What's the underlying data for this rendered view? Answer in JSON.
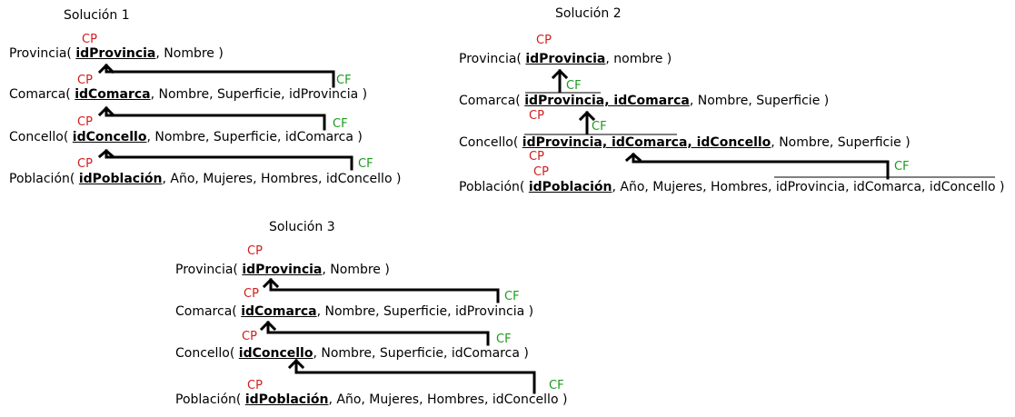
{
  "labels": {
    "cp": "CP",
    "cf": "CF"
  },
  "colors": {
    "cp": "#d21c1c",
    "cf": "#1c9a1c",
    "arrow": "#000000"
  },
  "s1": {
    "title": "Solución 1",
    "provincia": {
      "pre": "Provincia( ",
      "pk": "idProvincia",
      "rest": ", Nombre )"
    },
    "comarca": {
      "pre": "Comarca( ",
      "pk": "idComarca",
      "rest": ", Nombre, Superficie, idProvincia )"
    },
    "concello": {
      "pre": "Concello( ",
      "pk": "idConcello",
      "rest": ", Nombre, Superficie, idComarca )"
    },
    "poblacion": {
      "pre": "Población( ",
      "pk": "idPoblación",
      "rest": ", Año, Mujeres, Hombres, idConcello )"
    }
  },
  "s2": {
    "title": "Solución 2",
    "provincia": {
      "pre": "Provincia( ",
      "pk": "idProvincia",
      "rest": ", nombre )"
    },
    "comarca": {
      "pre": "Comarca( ",
      "pk": "idProvincia,  idComarca",
      "rest": ", Nombre, Superficie )"
    },
    "concello": {
      "pre": "Concello( ",
      "pk": "idProvincia,  idComarca,  idConcello",
      "rest": ", Nombre, Superficie )"
    },
    "poblacion": {
      "pre": "Población( ",
      "pk": "idPoblación",
      "mid": ", Año, Mujeres, Hombres, ",
      "fk": "idProvincia, idComarca, idConcello",
      "rest": " )"
    }
  },
  "s3": {
    "title": "Solución 3",
    "provincia": {
      "pre": "Provincia( ",
      "pk": "idProvincia",
      "rest": ", Nombre )"
    },
    "comarca": {
      "pre": "Comarca( ",
      "pk": "idComarca",
      "rest": ", Nombre, Superficie, idProvincia )"
    },
    "concello": {
      "pre": "Concello( ",
      "pk": "idConcello",
      "rest": ", Nombre, Superficie, idComarca )"
    },
    "poblacion": {
      "pre": "Población( ",
      "pk": "idPoblación",
      "rest": ", Año, Mujeres, Hombres, idConcello )"
    }
  }
}
